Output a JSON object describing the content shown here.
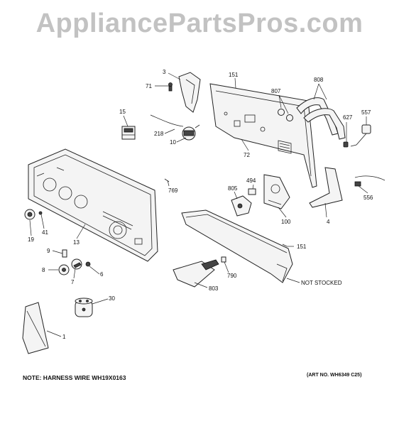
{
  "watermark": "AppliancePartsPros.com",
  "labels": {
    "p3": "3",
    "p71": "71",
    "p151a": "151",
    "p808": "808",
    "p807": "807",
    "p15": "15",
    "p218": "218",
    "p10": "10",
    "p627": "627",
    "p557": "557",
    "p72": "72",
    "p494": "494",
    "p805": "805",
    "p769": "769",
    "p556": "556",
    "p100": "100",
    "p4": "4",
    "p19": "19",
    "p41": "41",
    "p13": "13",
    "p151b": "151",
    "p9": "9",
    "p8": "8",
    "p7": "7",
    "p6": "6",
    "p790": "790",
    "p803": "803",
    "not_stocked": "NOT STOCKED",
    "p30": "30",
    "p1": "1"
  },
  "footer": {
    "note": "NOTE: HARNESS WIRE WH19X0163",
    "art_no": "(ART NO. WH6349 C25)"
  }
}
